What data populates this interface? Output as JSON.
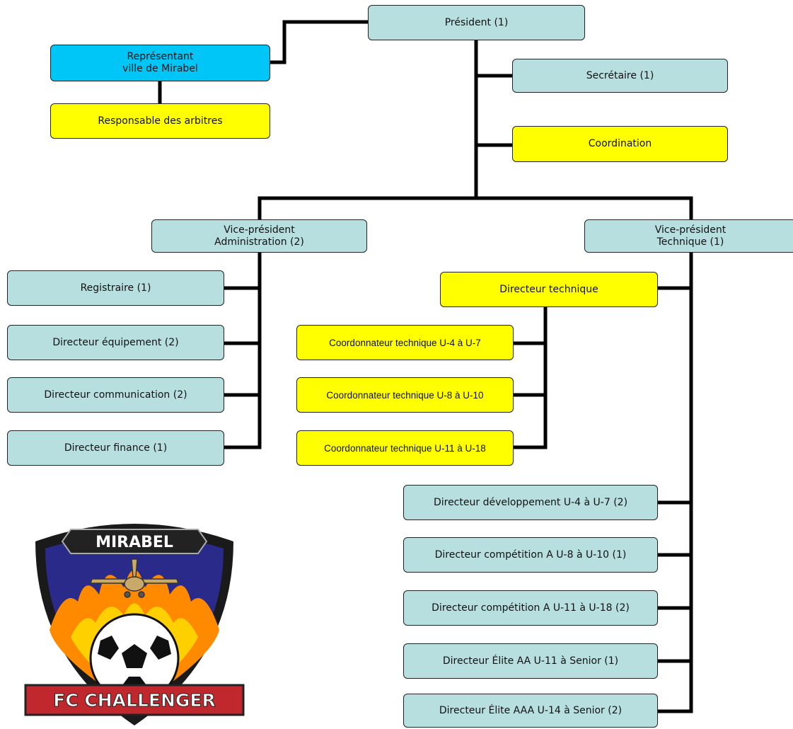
{
  "boxes": {
    "president": "Président (1)",
    "representant": "Représentant\nville de Mirabel",
    "responsable_arbitres": "Responsable des arbitres",
    "secretaire": "Secrétaire (1)",
    "coordination": "Coordination",
    "vp_admin": "Vice-président\nAdministration (2)",
    "vp_tech": "Vice-président\nTechnique (1)",
    "registraire": "Registraire (1)",
    "dir_equipement": "Directeur équipement (2)",
    "dir_communication": "Directeur communication (2)",
    "dir_finance": "Directeur finance (1)",
    "dir_technique": "Directeur technique",
    "coord_u4_u7": "Coordonnateur technique U-4 à U-7",
    "coord_u8_u10": "Coordonnateur technique U-8 à U-10",
    "coord_u11_u18": "Coordonnateur technique U-11 à U-18",
    "dev_u4_u7": "Directeur développement U-4 à U-7 (2)",
    "comp_u8_u10": "Directeur compétition A U-8 à U-10 (1)",
    "comp_u11_u18": "Directeur compétition A U-11 à U-18 (2)",
    "elite_aa": "Directeur Élite AA U-11 à Senior (1)",
    "elite_aaa": "Directeur Élite AAA U-14 à Senior (2)"
  },
  "logo": {
    "top_text": "MIRABEL",
    "bottom_text": "FC CHALLENGER",
    "colors": {
      "shield": "#1a1a1a",
      "sky": "#2a2a8a",
      "flame": "#ff8a00",
      "banner": "#c0282d"
    }
  },
  "colors": {
    "teal": "#b8dfe0",
    "yellow": "#ffff00",
    "blue": "#00c6f8",
    "line": "#000000"
  }
}
